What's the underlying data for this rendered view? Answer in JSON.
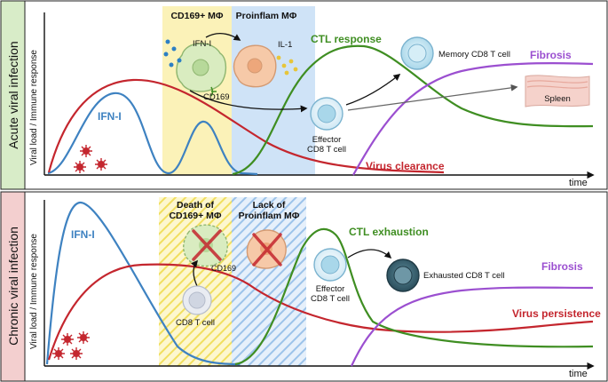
{
  "panels": {
    "acute": {
      "side_label": "Acute viral infection",
      "y_axis_label": "Viral load / Immune response",
      "x_axis_label": "time",
      "zone1_title": "CD169+ MΦ",
      "zone2_title": "Proinflam MΦ",
      "ifn_label": "IFN-I",
      "ifn_cell_label": "IFN-I",
      "il1_label": "IL-1",
      "cd169_label": "CD169",
      "ctl_label": "CTL response",
      "memory_label": "Memory CD8 T cell",
      "fibrosis_label": "Fibrosis",
      "spleen_label": "Spleen",
      "effector_label_1": "Effector",
      "effector_label_2": "CD8 T cell",
      "virus_label": "Virus clearance"
    },
    "chronic": {
      "side_label": "Chronic viral infection",
      "y_axis_label": "Viral load / Immune response",
      "x_axis_label": "time",
      "zone1_title_1": "Death of",
      "zone1_title_2": "CD169+ MΦ",
      "zone2_title_1": "Lack of",
      "zone2_title_2": "Proinflam MΦ",
      "ifn_label": "IFN-I",
      "cd169_label": "CD169",
      "cd8_label": "CD8 T cell",
      "ctl_label": "CTL exhaustion",
      "effector_label_1": "Effector",
      "effector_label_2": "CD8 T cell",
      "exhausted_label": "Exhausted CD8 T cell",
      "fibrosis_label": "Fibrosis",
      "virus_label": "Virus persistence"
    }
  },
  "colors": {
    "ifn": "#3e82c1",
    "virus": "#c4262e",
    "ctl": "#3f8e22",
    "fibrosis": "#9b4fd0",
    "acute_side_bg": "#d8ecc8",
    "chronic_side_bg": "#f3cfcf",
    "zone_yellow": "#fbf2b8",
    "zone_blue": "#cfe3f7"
  }
}
